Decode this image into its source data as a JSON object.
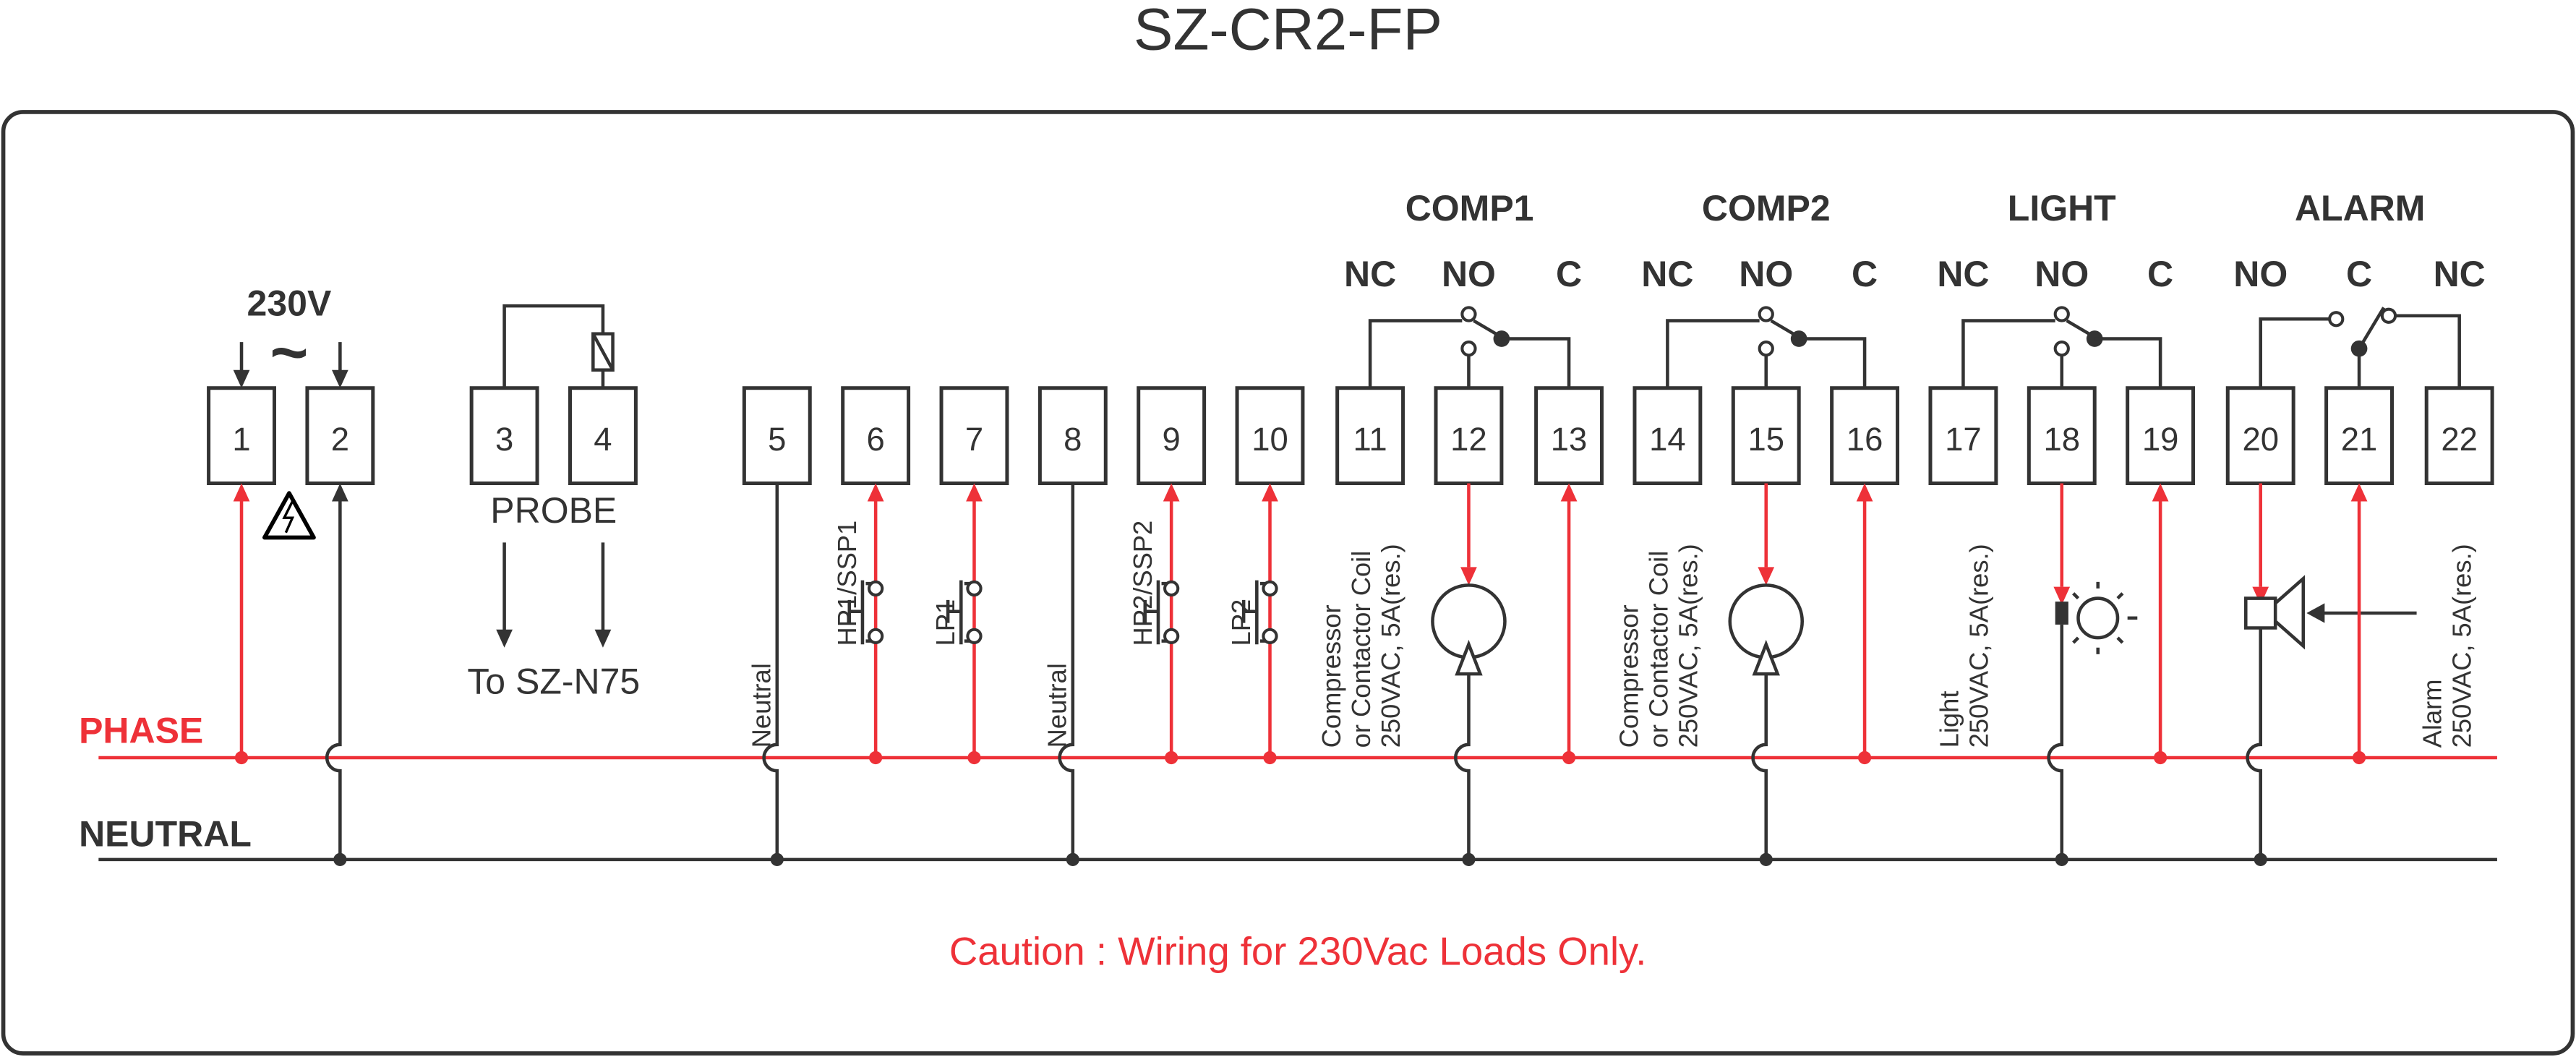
{
  "title": "SZ-CR2-FP",
  "supply": {
    "label": "230V",
    "tilde": "~"
  },
  "probe": {
    "label": "PROBE",
    "destination": "To SZ-N75"
  },
  "lines": {
    "phase": "PHASE",
    "neutral": "NEUTRAL"
  },
  "terminals": [
    "1",
    "2",
    "3",
    "4",
    "5",
    "6",
    "7",
    "8",
    "9",
    "10",
    "11",
    "12",
    "13",
    "14",
    "15",
    "16",
    "17",
    "18",
    "19",
    "20",
    "21",
    "22"
  ],
  "relays": [
    {
      "name": "COMP1",
      "contacts": [
        "NC",
        "NO",
        "C"
      ]
    },
    {
      "name": "COMP2",
      "contacts": [
        "NC",
        "NO",
        "C"
      ]
    },
    {
      "name": "LIGHT",
      "contacts": [
        "NC",
        "NO",
        "C"
      ]
    },
    {
      "name": "ALARM",
      "contacts": [
        "NO",
        "C",
        "NC"
      ]
    }
  ],
  "inputs": {
    "t5": "Neutral",
    "t6": "HP1/SSP1",
    "t7": "LP1",
    "t8": "Neutral",
    "t9": "HP2/SSP2",
    "t10": "LP2"
  },
  "loads": {
    "comp1": [
      "Compressor",
      "or Contactor Coil",
      "250VAC, 5A(res.)"
    ],
    "comp2": [
      "Compressor",
      "or Contactor Coil",
      "250VAC, 5A(res.)"
    ],
    "light": [
      "Light",
      "250VAC, 5A(res.)"
    ],
    "alarm": [
      "Alarm",
      "250VAC, 5A(res.)"
    ]
  },
  "caution": "Caution : Wiring for 230Vac Loads Only.",
  "colors": {
    "ink": "#333333",
    "red": "#ee3138"
  }
}
